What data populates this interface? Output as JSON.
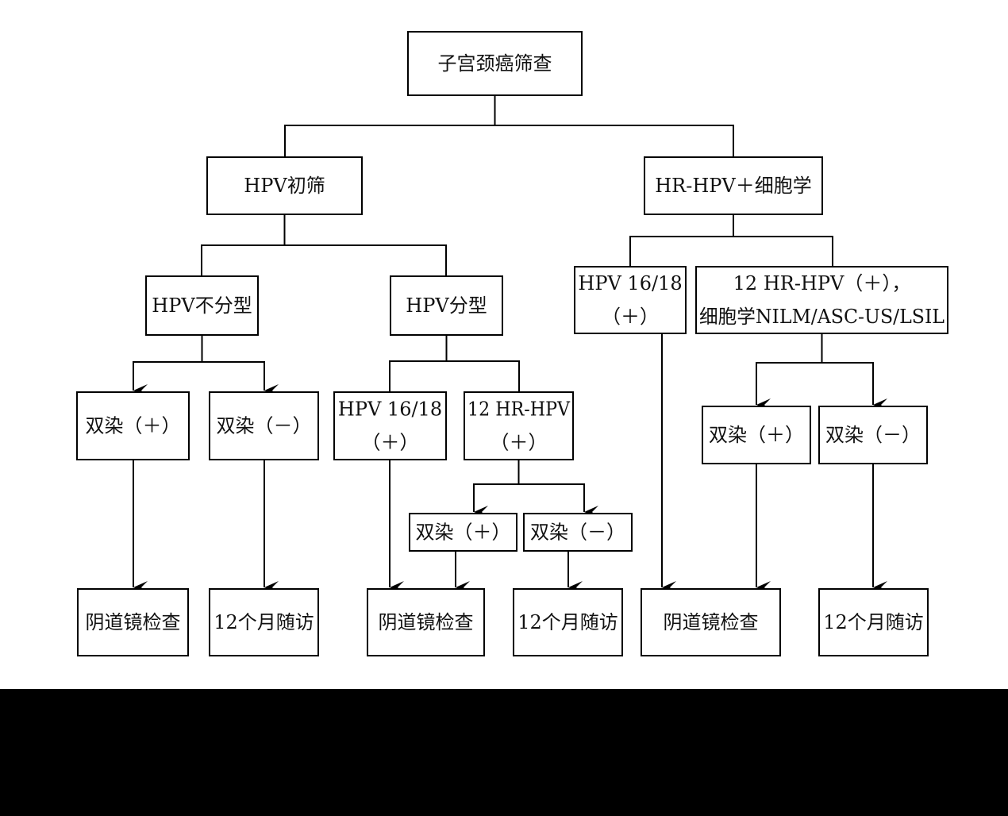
{
  "colors": {
    "page_background": "#ffffff",
    "outer_background": "#000000",
    "box_border": "#000000",
    "text": "#111111"
  },
  "nodes": {
    "root": {
      "lines": [
        "子宫颈癌筛查"
      ]
    },
    "hpv_primary": {
      "lines": [
        "HPV初筛"
      ]
    },
    "co_testing": {
      "lines": [
        "HR-HPV＋细胞学"
      ]
    },
    "hpv_untyped": {
      "lines": [
        "HPV不分型"
      ]
    },
    "hpv_typed": {
      "lines": [
        "HPV分型"
      ]
    },
    "co_hpv1618": {
      "lines": [
        "HPV 16/18",
        "（＋）"
      ]
    },
    "co_12hr": {
      "lines": [
        "12 HR-HPV（＋），",
        "细胞学NILM/ASC-US/LSIL"
      ]
    },
    "untyped_dual_pos": {
      "lines": [
        "双染（＋）"
      ]
    },
    "untyped_dual_neg": {
      "lines": [
        "双染（－）"
      ]
    },
    "typed_hpv1618": {
      "lines": [
        "HPV 16/18",
        "（＋）"
      ]
    },
    "typed_12hr": {
      "lines": [
        "12 HR-HPV",
        "（＋）"
      ]
    },
    "typed_dual_pos": {
      "lines": [
        "双染（＋）"
      ]
    },
    "typed_dual_neg": {
      "lines": [
        "双染（－）"
      ]
    },
    "co_dual_pos": {
      "lines": [
        "双染（＋）"
      ]
    },
    "co_dual_neg": {
      "lines": [
        "双染（－）"
      ]
    },
    "out_colpo_1": {
      "lines": [
        "阴道镜检查"
      ]
    },
    "out_follow_1": {
      "lines": [
        "12个月随访"
      ]
    },
    "out_colpo_2": {
      "lines": [
        "阴道镜检查"
      ]
    },
    "out_follow_2": {
      "lines": [
        "12个月随访"
      ]
    },
    "out_colpo_3": {
      "lines": [
        "阴道镜检查"
      ]
    },
    "out_follow_3": {
      "lines": [
        "12个月随访"
      ]
    }
  },
  "edges": [
    {
      "from": "root",
      "to": "hpv_primary",
      "arrow": false
    },
    {
      "from": "root",
      "to": "co_testing",
      "arrow": false
    },
    {
      "from": "hpv_primary",
      "to": "hpv_untyped",
      "arrow": false
    },
    {
      "from": "hpv_primary",
      "to": "hpv_typed",
      "arrow": false
    },
    {
      "from": "co_testing",
      "to": "co_hpv1618",
      "arrow": false
    },
    {
      "from": "co_testing",
      "to": "co_12hr",
      "arrow": false
    },
    {
      "from": "hpv_untyped",
      "to": "untyped_dual_pos",
      "arrow": true
    },
    {
      "from": "hpv_untyped",
      "to": "untyped_dual_neg",
      "arrow": true
    },
    {
      "from": "hpv_typed",
      "to": "typed_hpv1618",
      "arrow": false
    },
    {
      "from": "hpv_typed",
      "to": "typed_12hr",
      "arrow": false
    },
    {
      "from": "typed_12hr",
      "to": "typed_dual_pos",
      "arrow": true
    },
    {
      "from": "typed_12hr",
      "to": "typed_dual_neg",
      "arrow": true
    },
    {
      "from": "co_12hr",
      "to": "co_dual_pos",
      "arrow": true
    },
    {
      "from": "co_12hr",
      "to": "co_dual_neg",
      "arrow": true
    },
    {
      "from": "untyped_dual_pos",
      "to": "out_colpo_1",
      "arrow": true
    },
    {
      "from": "untyped_dual_neg",
      "to": "out_follow_1",
      "arrow": true
    },
    {
      "from": "typed_hpv1618",
      "to": "out_colpo_2",
      "arrow": true
    },
    {
      "from": "typed_dual_pos",
      "to": "out_colpo_2",
      "arrow": true
    },
    {
      "from": "typed_dual_neg",
      "to": "out_follow_2",
      "arrow": true
    },
    {
      "from": "co_hpv1618",
      "to": "out_colpo_3",
      "arrow": true
    },
    {
      "from": "co_dual_pos",
      "to": "out_colpo_3",
      "arrow": true
    },
    {
      "from": "co_dual_neg",
      "to": "out_follow_3",
      "arrow": true
    }
  ]
}
